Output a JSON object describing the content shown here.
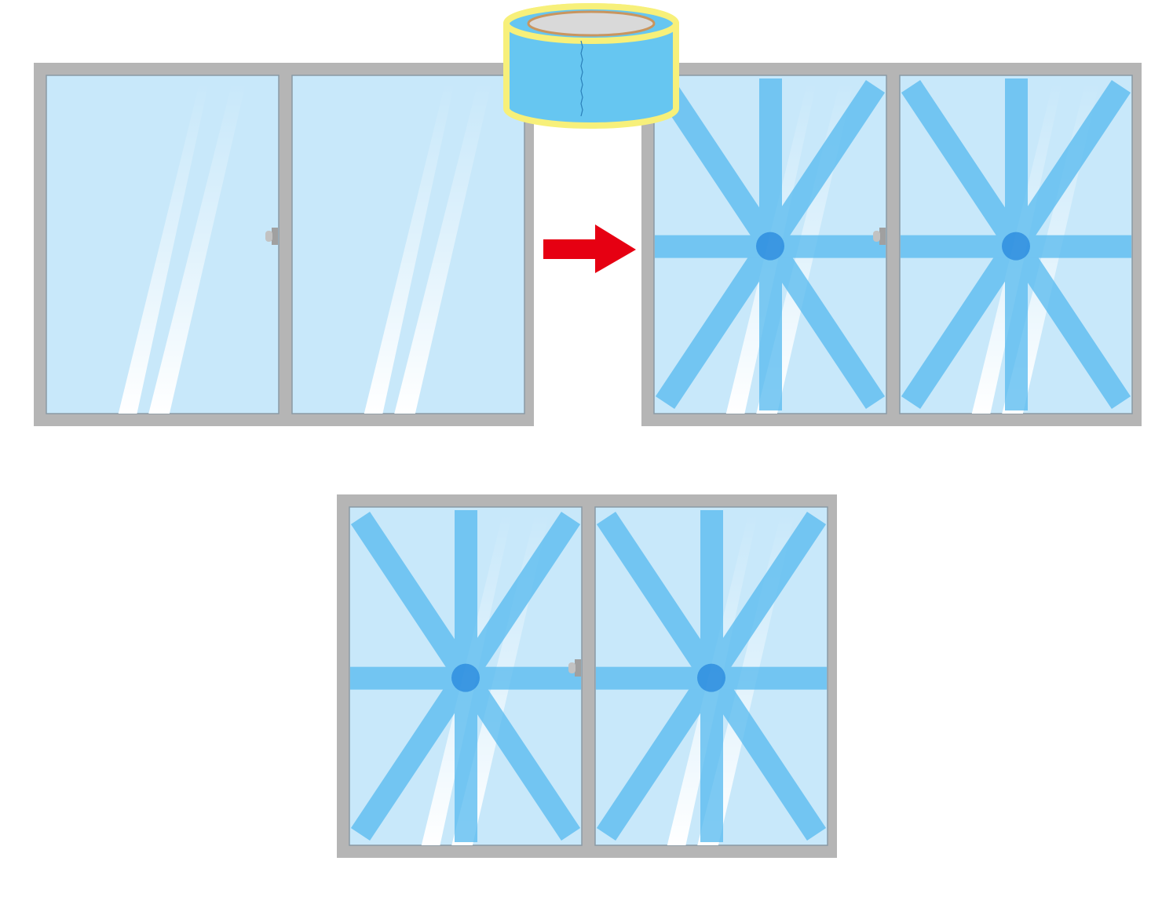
{
  "illustration": {
    "frame_color": "#b5b5b5",
    "glass_color": "#c8e8fa",
    "glass_edge_color": "#8a9aa5",
    "tape_color": "#5bbcf0",
    "tape_roll_side": "#66c6f1",
    "tape_roll_top": "#d9d9d9",
    "tape_roll_core": "#c9955e",
    "tape_roll_outline": "#f7f07a",
    "arrow_color": "#e60012",
    "handle_color": "#a0a0a0"
  },
  "windows": [
    {
      "id": "window-before",
      "taped": false
    },
    {
      "id": "window-after-top",
      "taped": true
    },
    {
      "id": "window-after-bottom",
      "taped": true
    }
  ],
  "icons": {
    "tape_roll": "tape-roll-icon",
    "arrow": "arrow-right-icon"
  }
}
